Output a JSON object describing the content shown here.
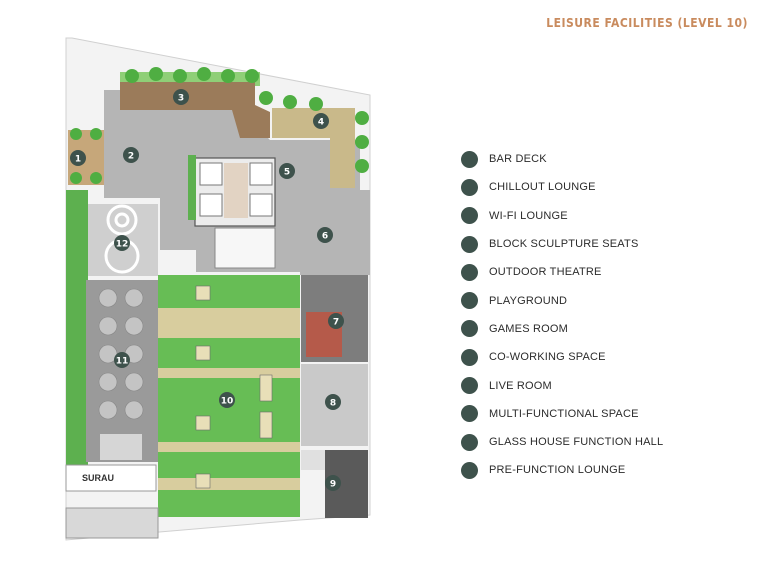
{
  "title": "LEISURE FACILITIES (LEVEL 10)",
  "colors": {
    "badge": "#3e524c",
    "title": "#c98b5e",
    "lawn": "#6fbf5a",
    "deck": "#d9cfa4",
    "paving": "#b9b9b9"
  },
  "plan": {
    "surau_label": "SURAU",
    "markers": [
      "1",
      "2",
      "3",
      "4",
      "5",
      "6",
      "7",
      "8",
      "9",
      "10",
      "11",
      "12"
    ]
  },
  "legend": [
    {
      "label": "BAR DECK"
    },
    {
      "label": "CHILLOUT LOUNGE"
    },
    {
      "label": "WI-FI LOUNGE"
    },
    {
      "label": "BLOCK SCULPTURE SEATS"
    },
    {
      "label": "OUTDOOR THEATRE"
    },
    {
      "label": "PLAYGROUND"
    },
    {
      "label": "GAMES ROOM"
    },
    {
      "label": "CO-WORKING SPACE"
    },
    {
      "label": "LIVE ROOM"
    },
    {
      "label": "MULTI-FUNCTIONAL SPACE"
    },
    {
      "label": "GLASS HOUSE FUNCTION HALL"
    },
    {
      "label": "PRE-FUNCTION LOUNGE"
    }
  ]
}
